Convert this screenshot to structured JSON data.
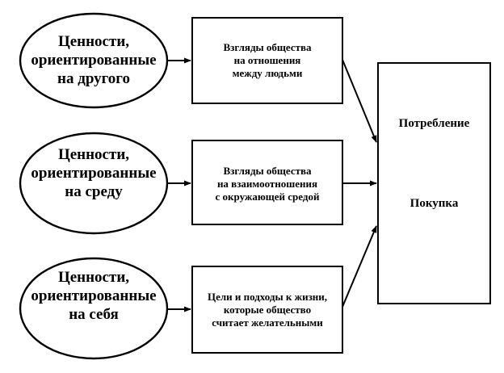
{
  "values": [
    {
      "lines": [
        "Ценности,",
        "ориентированные",
        "на другого"
      ]
    },
    {
      "lines": [
        "Ценности,",
        "ориентированные",
        "на среду"
      ]
    },
    {
      "lines": [
        "Ценности,",
        "ориентированные",
        "на себя"
      ]
    }
  ],
  "views": [
    {
      "lines": [
        "Взгляды общества",
        "на отношения",
        "между людьми"
      ]
    },
    {
      "lines": [
        "Взгляды общества",
        "на взаимоотношения",
        "с окружающей средой"
      ]
    },
    {
      "lines": [
        "Цели и подходы к жизни,",
        "которые общество",
        "считает желательными"
      ]
    }
  ],
  "target": {
    "consumption": "Потребление",
    "purchase": "Покупка"
  }
}
